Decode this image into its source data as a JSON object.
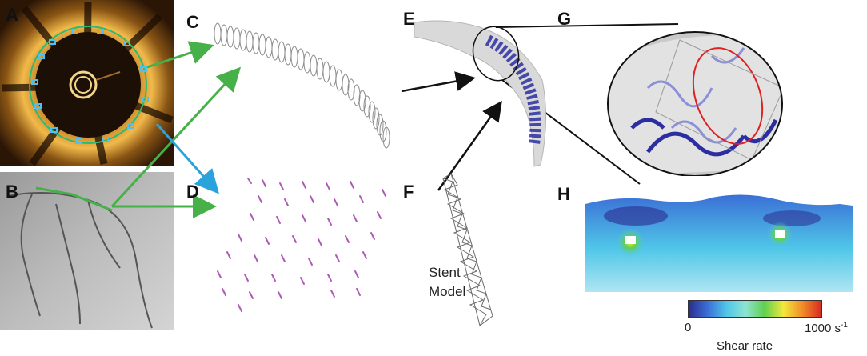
{
  "panel_labels": {
    "a": "A",
    "b": "B",
    "c": "C",
    "d": "D",
    "e": "E",
    "f": "F",
    "g": "G",
    "h": "H"
  },
  "stent_caption_line1": "Stent",
  "stent_caption_line2": "Model",
  "colorbar": {
    "min_label": "0",
    "max_label": "1000 s",
    "max_label_exponent": "-1",
    "title": "Shear rate",
    "colors": [
      "#2b2c8f",
      "#3b6fd6",
      "#4fc6e8",
      "#8ee4d0",
      "#5fd04f",
      "#f3e83a",
      "#f28c28",
      "#d62a23"
    ]
  },
  "colors": {
    "oct_ring": "#2fb873",
    "arrow_green": "#46b049",
    "arrow_blue": "#2aa2dc",
    "arrow_black": "#111111",
    "stent_blue": "#2b2ea0",
    "highlight_red": "#e02020",
    "strut_magenta": "#b05ab8"
  }
}
